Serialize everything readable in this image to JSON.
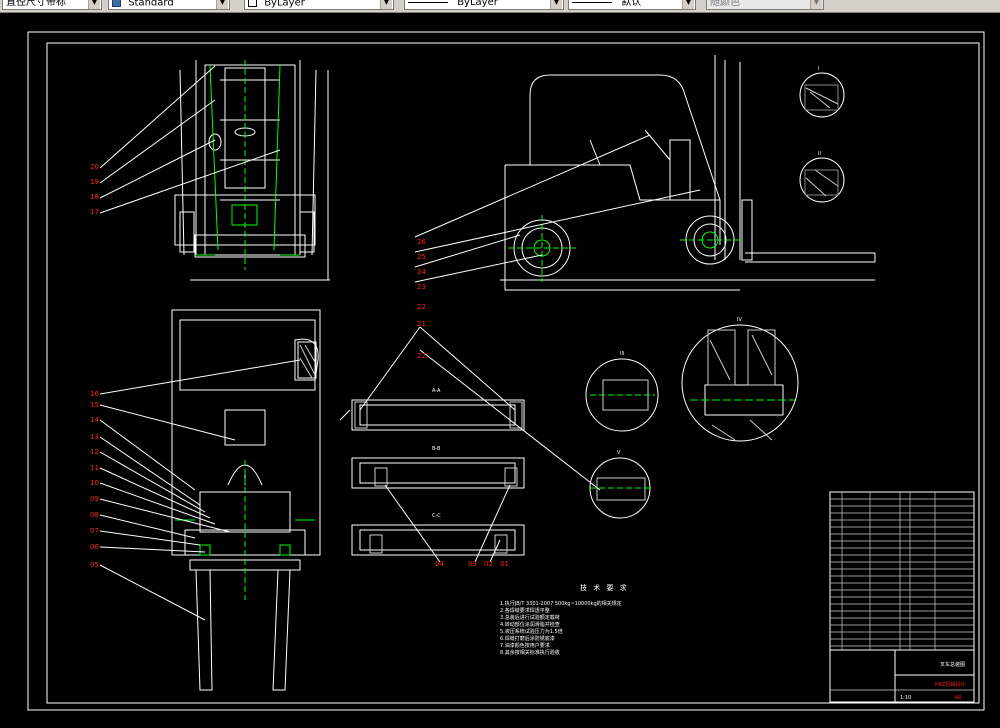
{
  "toolbar": {
    "dimstyle": "直径尺寸带标",
    "textstyle": "Standard",
    "layer": "ByLayer",
    "linetype": "ByLayer",
    "lineweight": "默认",
    "color": "随颜色"
  },
  "drawing": {
    "leaders": {
      "top": [
        "20",
        "19",
        "18",
        "17"
      ],
      "side": [
        "26",
        "25",
        "24",
        "23",
        "22",
        "21"
      ],
      "mid_a": "22",
      "front": [
        "16",
        "15",
        "14",
        "13",
        "12",
        "11",
        "10",
        "09",
        "08",
        "07",
        "06",
        "05"
      ],
      "bottom": [
        "04",
        "03",
        "02",
        "01"
      ]
    },
    "section_labels": [
      "A-A",
      "B-B",
      "C-C",
      "I",
      "II",
      "III",
      "IV",
      "V"
    ],
    "notes_title": "技 术 要 求",
    "notes": [
      "1.执行JB/T 3301-2007 500kg~10000kg的相关规定",
      "2.各焊缝要求焊透平整",
      "3.总装后进行试验额定载荷",
      "4.转动部位涂润滑脂并检查",
      "5.液压系统试验压力为1.5倍",
      "6.焊缝打磨后涂防锈底漆",
      "7.油漆颜色按用户要求",
      "8.其余按相关标准执行验收"
    ],
    "title_block": {
      "name": "叉车总装图",
      "school": "HKZ机械设计",
      "scale": "1:10",
      "sheet": "A0"
    }
  }
}
